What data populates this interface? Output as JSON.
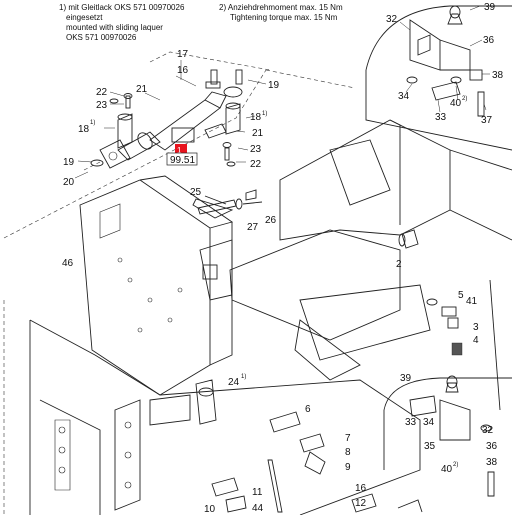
{
  "notes": {
    "note1_line1": "1) mit Gleitlack OKS 571 00970026",
    "note1_line2": "eingesetzt",
    "note1_line3": "mounted with sliding laquer",
    "note1_line4": "OKS 571 00970026",
    "note2_line1": "2)  Anziehdrehmoment max. 15 Nm",
    "note2_line2": "Tightening torque max. 15 Nm"
  },
  "reference": {
    "page_ref": "99.51",
    "highlight_color": "#e8141e"
  },
  "callouts": {
    "p17": "17",
    "p16": "16",
    "p19": "19",
    "p22": "22",
    "p23": "23",
    "p21": "21",
    "p18": "18",
    "p20": "20",
    "p25": "25",
    "p26": "26",
    "p27": "27",
    "p46": "46",
    "p2": "2",
    "p5": "5",
    "p41": "41",
    "p3": "3",
    "p4": "4",
    "p24": "24",
    "p6": "6",
    "p7": "7",
    "p8": "8",
    "p9": "9",
    "p11": "11",
    "p44": "44",
    "p10": "10",
    "p16b": "16",
    "p12": "12",
    "p32": "32",
    "p39": "39",
    "p36": "36",
    "p38": "38",
    "p34": "34",
    "p33": "33",
    "p40": "40",
    "p37": "37",
    "p35": "35",
    "p1": "1"
  },
  "superscripts": {
    "one": "1)",
    "two": "2)"
  }
}
